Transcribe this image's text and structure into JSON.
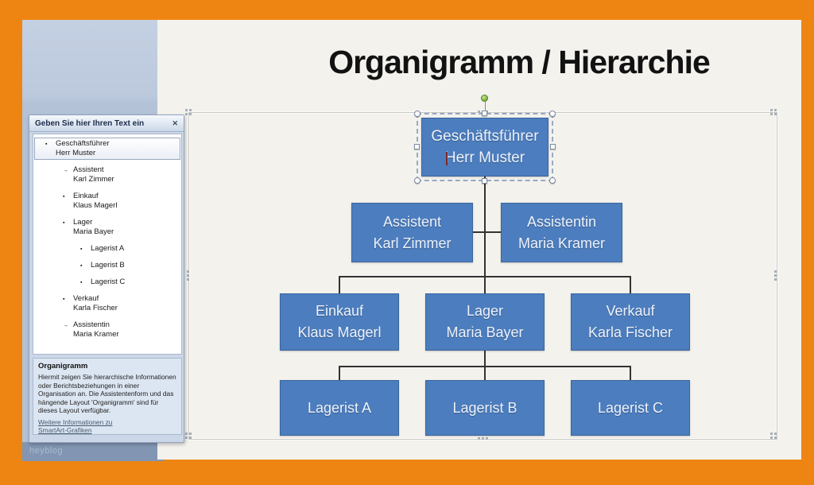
{
  "title": "Organigramm / Hierarchie",
  "watermark": "heyblog",
  "colors": {
    "accent_orange": "#EE8512",
    "node_blue": "#4C7DBE",
    "node_border": "#3A669C",
    "sidebar_blue": "#B3C2D7",
    "slate_strip": "#8296B3",
    "slide_bg": "#F3F2ED"
  },
  "text_pane": {
    "header": "Geben Sie hier Ihren Text ein",
    "close_icon": "✕",
    "items": [
      {
        "bullet": "▪",
        "label": "Geschäftsführer",
        "person": "Herr Muster"
      },
      {
        "bullet": "→",
        "label": "Assistent",
        "person": "Karl Zimmer"
      },
      {
        "bullet": "▪",
        "label": "Einkauf",
        "person": "Klaus Magerl"
      },
      {
        "bullet": "▪",
        "label": "Lager",
        "person": "Maria Bayer"
      },
      {
        "bullet": "▪",
        "label": "Lagerist A"
      },
      {
        "bullet": "▪",
        "label": "Lagerist B"
      },
      {
        "bullet": "▪",
        "label": "Lagerist C"
      },
      {
        "bullet": "▪",
        "label": "Verkauf",
        "person": "Karla Fischer"
      },
      {
        "bullet": "→",
        "label": "Assistentin",
        "person": "Maria Kramer"
      }
    ],
    "info": {
      "heading": "Organigramm",
      "body": "Hiermit zeigen Sie hierarchische Informationen oder Berichtsbeziehungen in einer Organisation an. Die Assistentenform und das hängende Layout 'Organigramm' sind für dieses Layout verfügbar.",
      "link_line1": "Weitere Informationen zu",
      "link_line2": "SmartArt-Grafiken"
    }
  },
  "org_chart": {
    "nodes": [
      {
        "title": "Geschäftsführer",
        "person": "Herr Muster"
      },
      {
        "title": "Assistent",
        "person": "Karl Zimmer"
      },
      {
        "title": "Assistentin",
        "person": "Maria Kramer"
      },
      {
        "title": "Einkauf",
        "person": "Klaus Magerl"
      },
      {
        "title": "Lager",
        "person": "Maria Bayer"
      },
      {
        "title": "Verkauf",
        "person": "Karla Fischer"
      },
      {
        "title": "Lagerist A"
      },
      {
        "title": "Lagerist B"
      },
      {
        "title": "Lagerist C"
      }
    ]
  }
}
